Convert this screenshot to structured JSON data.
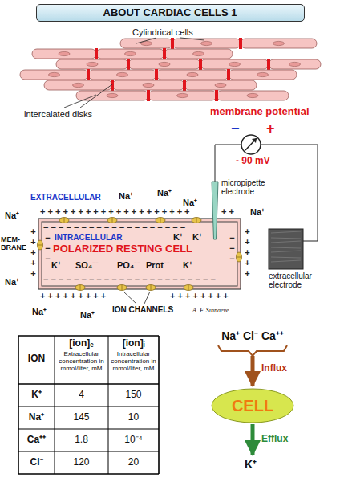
{
  "diagram": {
    "title": "ABOUT CARDIAC CELLS 1",
    "nodes": [
      {
        "text": [
          "INTRACELLULAR",
          "POLARIZED RESTING CELL",
          "K⁺",
          "K⁺",
          "K⁺",
          "SO₄⁻⁻",
          "PO₄⁻⁻",
          "Prot⁻⁻",
          "K⁺",
          "− − − − − − − − − − − − − − − − − − −",
          "− − − − − − − − − − − − − − − − − − − − − − −",
          "− − −",
          "− − −"
        ]
      },
      {
        "text": [
          "membrane potential",
          "−",
          "+",
          "- 90 mV"
        ]
      },
      {
        "text": [
          "CELL"
        ]
      }
    ],
    "labels": [
      "Cylindrical cells",
      "intercalated disks",
      "micropipette electrode",
      "extracellular electrode",
      "EXTRACELLULAR",
      "MEM-BRANE",
      "ION CHANNELS",
      "A. F. Sinnaeve",
      "Na⁺",
      "Na⁺",
      "Na⁺",
      "Na⁺",
      "Na⁺",
      "Na⁺",
      "Na⁺",
      "Na⁺",
      "+ + + + + + + + + + + + + + + + + + + +",
      "+ +",
      "+ + + + + + + + +",
      "+ + + + + + + +",
      "+ + + + +",
      "+ + + + +",
      "ION",
      "[ion]ₑ",
      "Extracellular concentration in mmol/liter, mM",
      "[ion]ᵢ",
      "Intracellular concentration in mmol/liter, mM",
      "K⁺",
      "4",
      "150",
      "Na⁺",
      "145",
      "10",
      "Ca⁺⁺",
      "1.8",
      "10⁻⁴",
      "Cl⁻",
      "120",
      "20",
      "Na⁺  Cl⁻  Ca⁺⁺",
      "Influx",
      "Efflux",
      "K⁺"
    ]
  }
}
